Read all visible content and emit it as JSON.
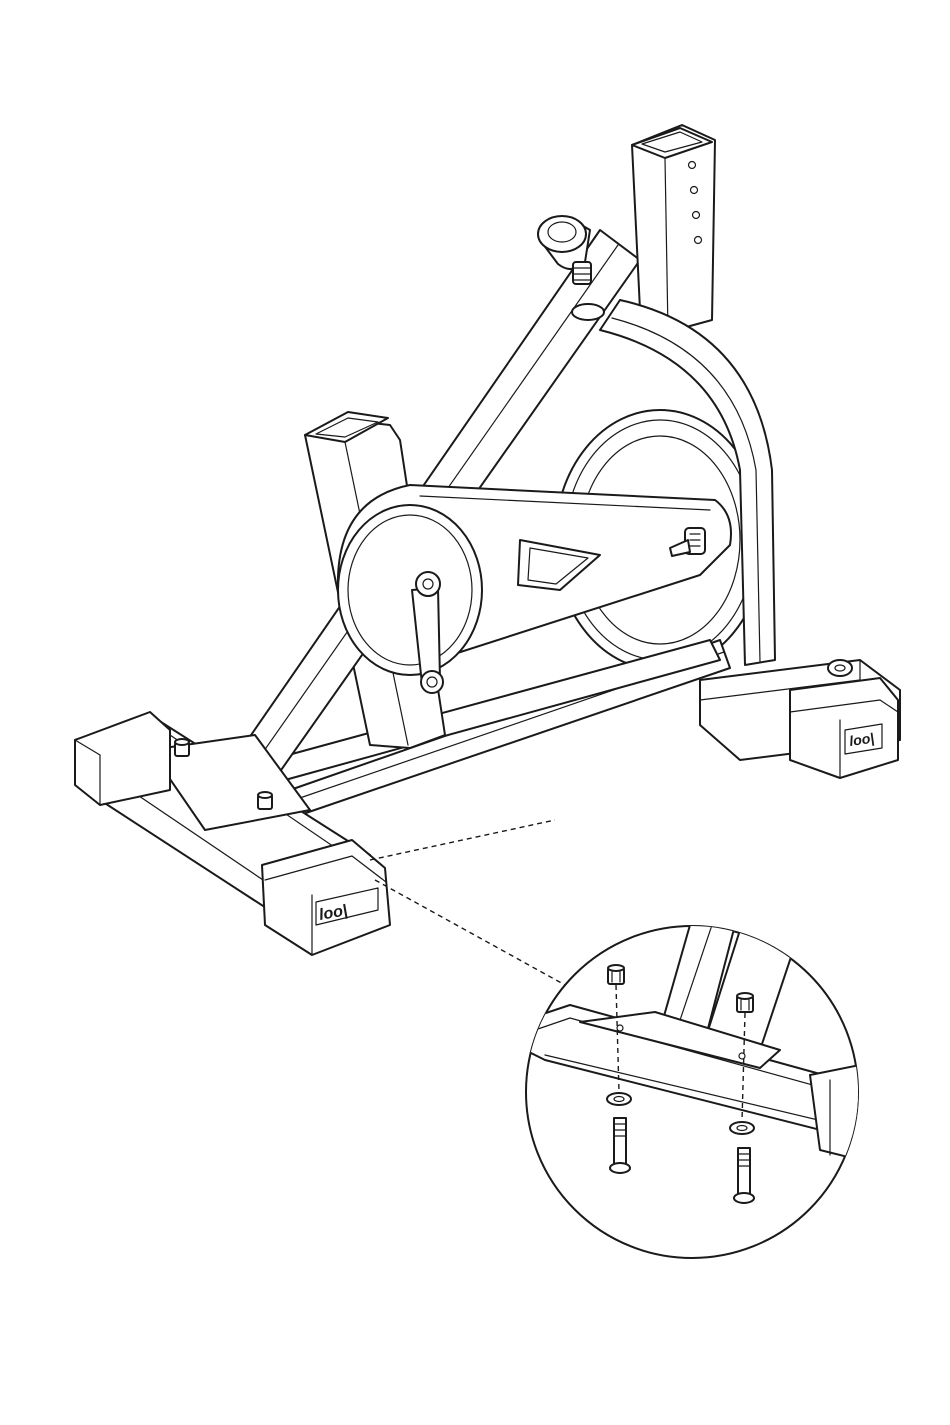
{
  "diagram": {
    "type": "assembly-instruction",
    "subject": "exercise-bike-frame-with-front-stabilizer",
    "colors": {
      "line": "#1a1a1a",
      "background": "#ffffff"
    },
    "callout": {
      "style": "dashed-leader-to-circular-detail",
      "detail_parts": [
        "cap-nut",
        "cap-nut",
        "washer",
        "washer",
        "carriage-bolt",
        "carriage-bolt"
      ]
    },
    "end_cap_logo": "logo"
  }
}
